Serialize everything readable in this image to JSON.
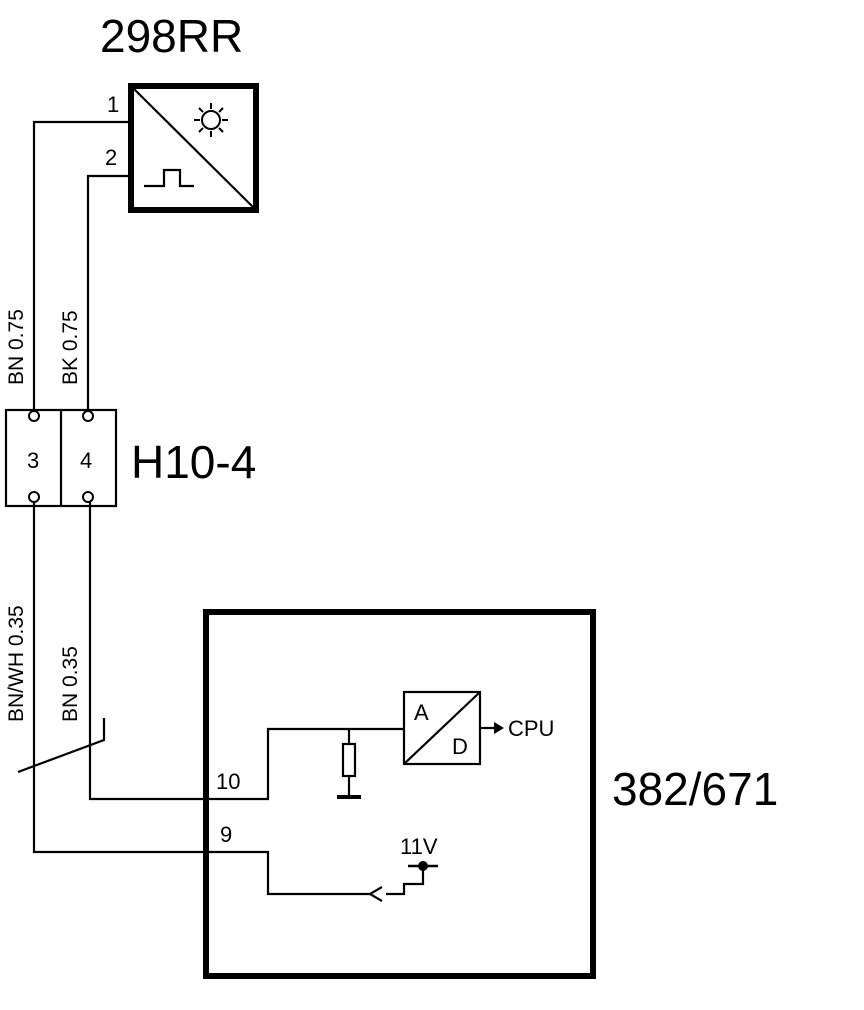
{
  "components": {
    "sensor": {
      "label": "298RR",
      "pin1": "1",
      "pin2": "2"
    },
    "connector": {
      "label": "H10-4",
      "pin3": "3",
      "pin4": "4"
    },
    "module": {
      "label": "382/671",
      "pin10": "10",
      "pin9": "9",
      "ad_a": "A",
      "ad_d": "D",
      "cpu": "CPU",
      "voltage": "11V"
    }
  },
  "wires": {
    "upper_left": "BN  0.75",
    "upper_right": "BK  0.75",
    "lower_left": "BN/WH  0.35",
    "lower_right": "BN  0.35"
  },
  "colors": {
    "line": "#000000",
    "background": "#ffffff"
  },
  "icons": [
    "sun-icon",
    "square-pulse-icon",
    "resistor-icon",
    "ground-icon",
    "arrow-right-icon"
  ]
}
